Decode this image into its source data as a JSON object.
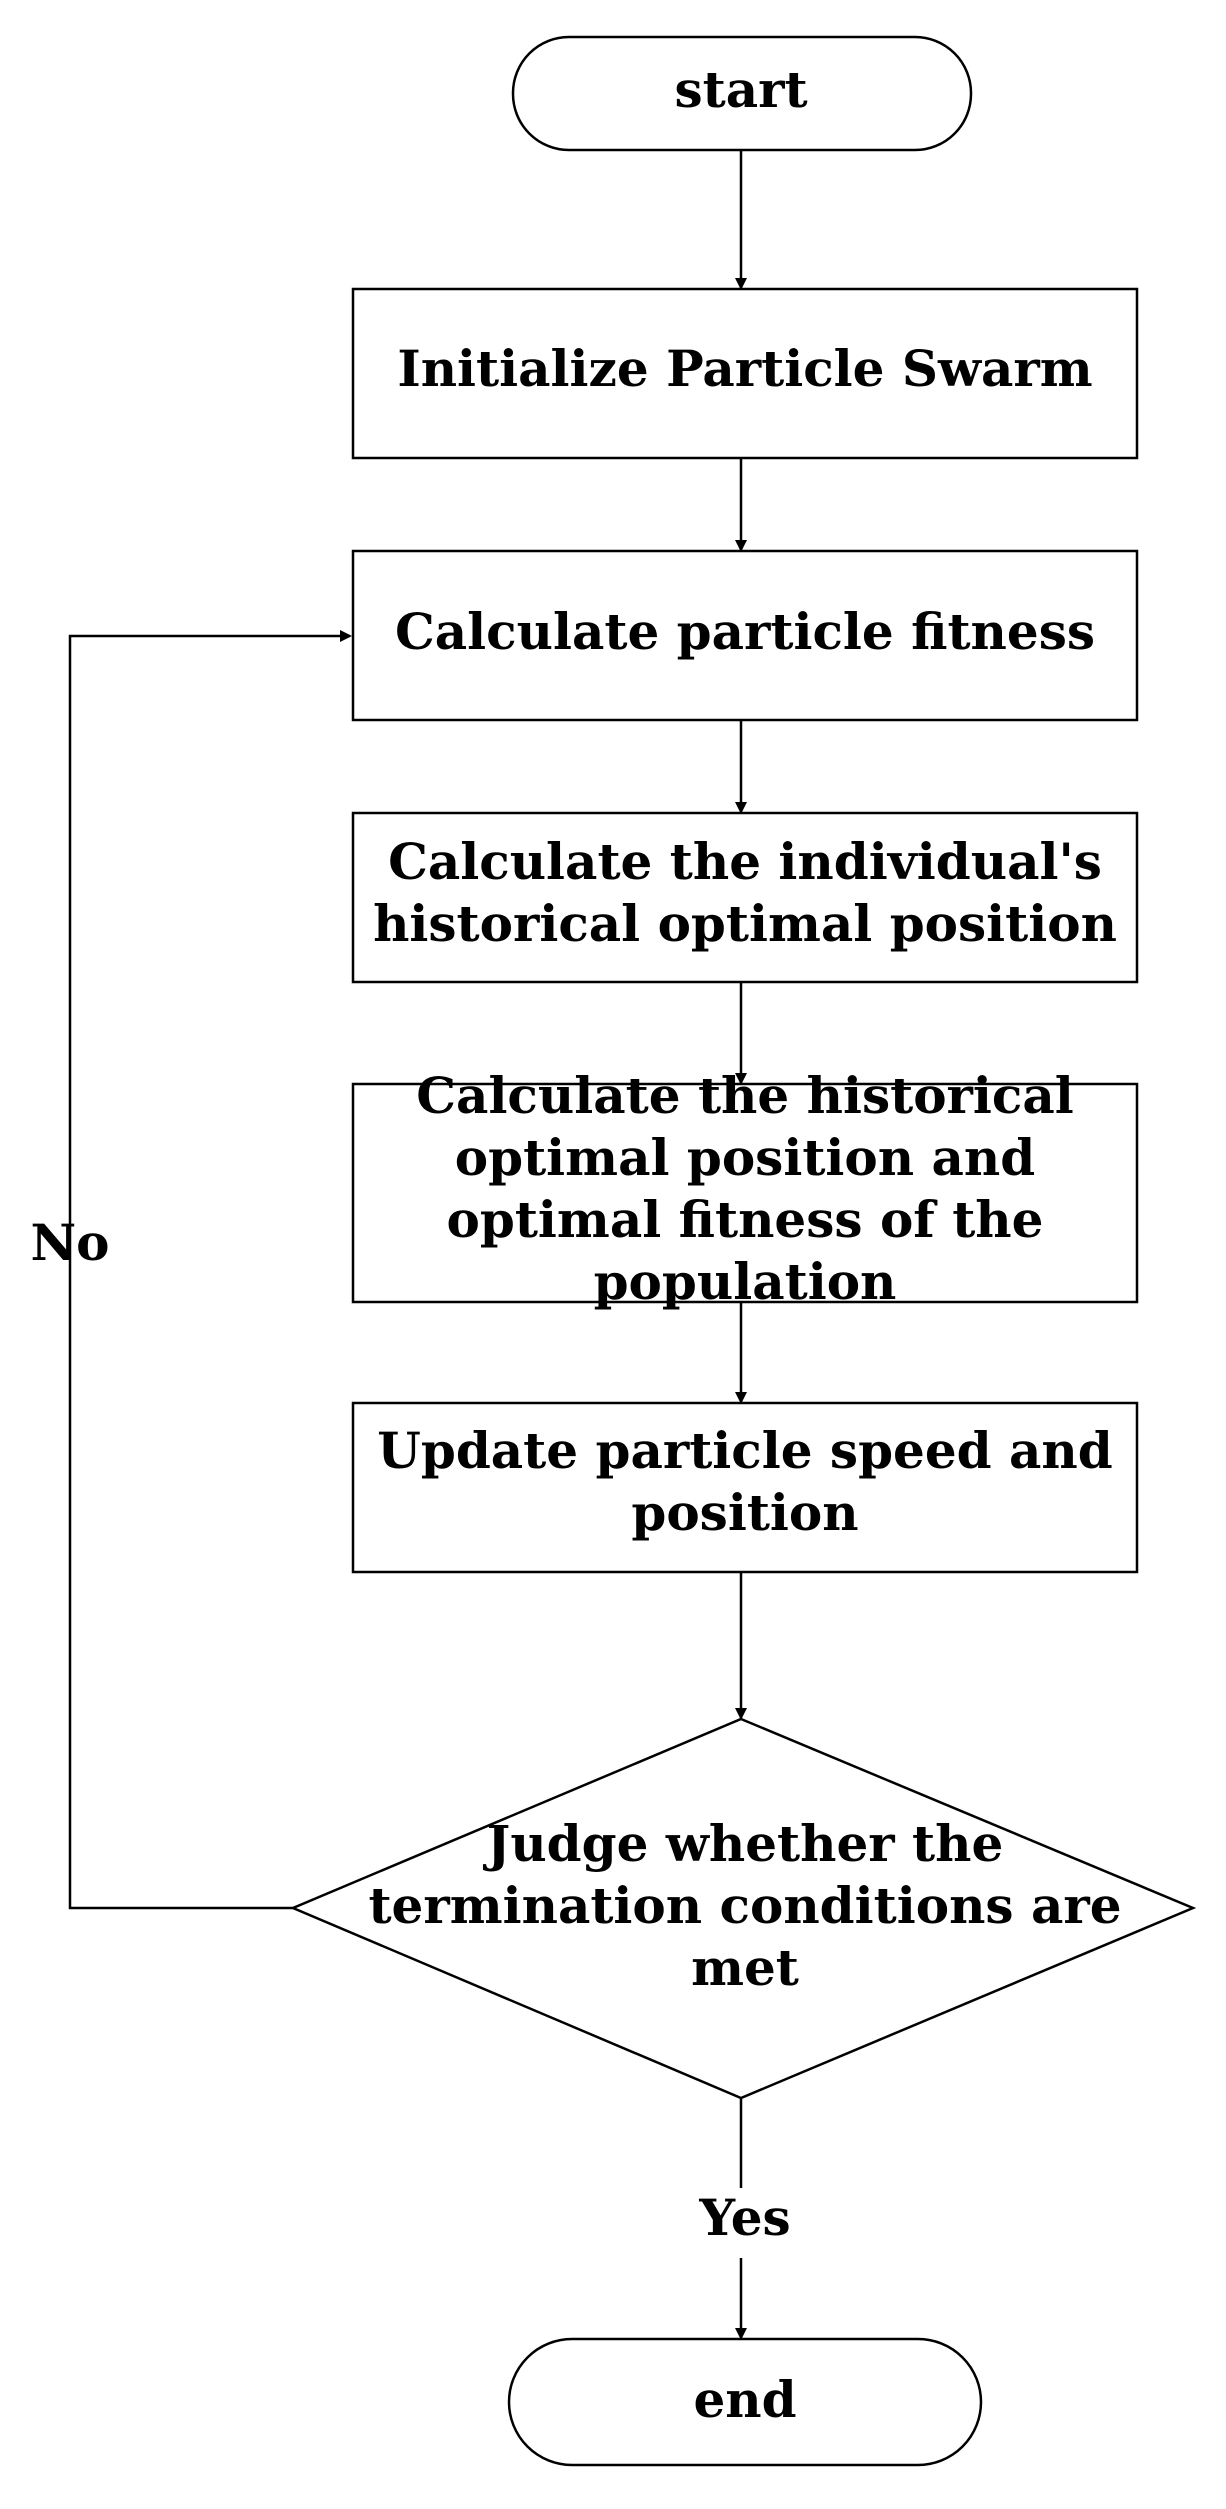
{
  "flowchart": {
    "start": {
      "label": "start"
    },
    "init": {
      "label": "Initialize Particle Swarm"
    },
    "fitness": {
      "label": "Calculate particle fitness"
    },
    "individual": {
      "lines": [
        "Calculate the individual's",
        "historical optimal position"
      ]
    },
    "population": {
      "lines": [
        "Calculate the historical",
        "optimal position and",
        "optimal fitness of the",
        "population"
      ]
    },
    "update": {
      "lines": [
        "Update particle speed and",
        "position"
      ]
    },
    "judge": {
      "lines": [
        "Judge whether the",
        "termination conditions are",
        "met"
      ]
    },
    "end": {
      "label": "end"
    },
    "edge_no": "No",
    "edge_yes": "Yes"
  },
  "colors": {
    "stroke": "#000000",
    "fill": "#ffffff",
    "text": "#000000"
  }
}
